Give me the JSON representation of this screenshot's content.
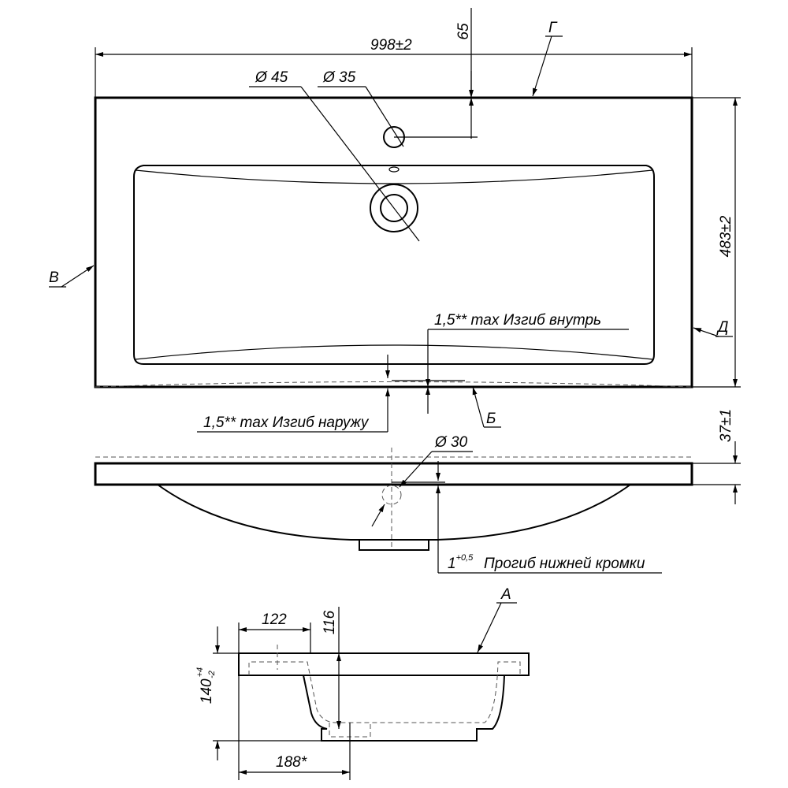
{
  "top_view": {
    "width": "998",
    "width_tol": "±2",
    "dim_faucet_offset": "65",
    "dia_drain": "Ø 45",
    "dia_faucet": "Ø 35",
    "depth": "483",
    "depth_tol": "±2",
    "label_g": "Г",
    "label_v": "В",
    "label_d": "Д",
    "label_b": "Б",
    "note_inward": "1,5** max Изгиб внутрь",
    "note_outward": "1,5** max Изгиб наружу"
  },
  "front_view": {
    "thickness": "37",
    "thickness_tol": "±1",
    "dia_overflow": "Ø 30",
    "sag_value": "1",
    "sag_tol": "+0,5",
    "sag_note": "Прогиб нижней кромки"
  },
  "side_view": {
    "label_a": "А",
    "dim_122": "122",
    "dim_116": "116",
    "height": "140",
    "height_tol_upper": "+4",
    "height_tol_lower": "-2",
    "dim_188": "188*"
  }
}
